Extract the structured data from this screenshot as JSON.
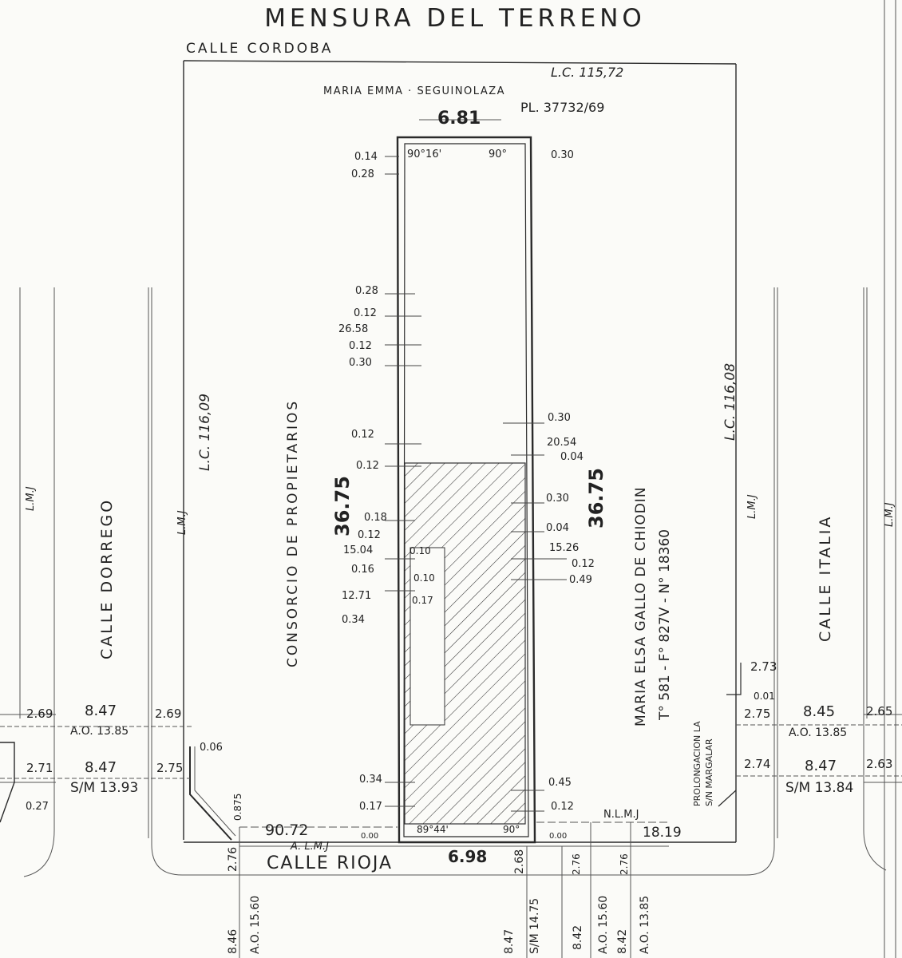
{
  "title": "MENSURA DEL TERRENO",
  "streets": {
    "top": "CALLE CORDOBA",
    "bottom": "CALLE RIOJA",
    "left": "CALLE DORREGO",
    "right": "CALLE ITALIA"
  },
  "block": {
    "lc_top": "L.C. 115,72",
    "lc_left": "L.C. 116,09",
    "lc_right": "L.C. 116,08",
    "lm_left": "L.M.J",
    "lm_left2": "L.M.J",
    "lm_right": "L.M.J",
    "lm_far_right": "L.M.J",
    "north_owner": "MARIA EMMA · SEGUINOLAZA",
    "plan_ref": "PL. 37732/69",
    "west_owner": "CONSORCIO DE PROPIETARIOS",
    "east_owner": "MARIA ELSA GALLO DE CHIODIN",
    "east_ref": "T° 581 - F° 827V - N° 18360",
    "prolongacion": "PROLONGACION LA",
    "prolongacion2": "S/N MARGALAR",
    "nlm": "N.L.M.J",
    "alm": "A. L.M.J",
    "dist_corner_left": "90.72",
    "dist_corner_right": "18.19"
  },
  "lot": {
    "front_top": "6.81",
    "front_bottom": "6.98",
    "depth_left": "36.75",
    "depth_right": "36.75",
    "angle_tl": "90°16'",
    "angle_tr": "90°",
    "angle_bl": "89°44'",
    "angle_br": "90°"
  },
  "left_dims": [
    "0.14",
    "0.28",
    "0.28",
    "0.12",
    "26.58",
    "0.12",
    "0.30",
    "0.12",
    "0.12",
    "0.18",
    "0.12",
    "15.04",
    "0.16",
    "12.71",
    "0.34",
    "0.34",
    "0.17",
    "0.00"
  ],
  "right_dims": [
    "0.30",
    "0.30",
    "20.54",
    "0.04",
    "0.30",
    "0.04",
    "15.26",
    "0.12",
    "0.49",
    "0.45",
    "0.12",
    "0.00"
  ],
  "inner_dims": [
    "0.10",
    "0.10",
    "0.17"
  ],
  "corner_left": {
    "top_a": "2.69",
    "top_b": "8.47",
    "top_c": "2.69",
    "top_ao": "A.O. 13.85",
    "bot_a": "2.71",
    "bot_b": "8.47",
    "bot_c": "2.75",
    "bot_sm": "S/M 13.93",
    "chamfer": "0.06",
    "small": "0.27",
    "side": "0.875"
  },
  "corner_right": {
    "top_a": "2.75",
    "top_b": "8.45",
    "top_c": "2.65",
    "top_ao": "A.O. 13.85",
    "bot_a": "2.74",
    "bot_b": "8.47",
    "bot_c": "2.63",
    "bot_sm": "S/M 13.84",
    "upper": "2.73",
    "mid": "0.01"
  },
  "bottom_dims": {
    "l_846": "8.46",
    "l_1560": "A.O. 15.60",
    "l_276": "2.76",
    "c_847": "8.47",
    "c_sm": "S/M 14.75",
    "c_268": "2.68",
    "r_842": "8.42",
    "r_1560": "A.O. 15.60",
    "r_276": "2.76",
    "rr_842": "8.42",
    "rr_1385": "A.O. 13.85",
    "rr_276": "2.76",
    "side_875": "0.875"
  }
}
